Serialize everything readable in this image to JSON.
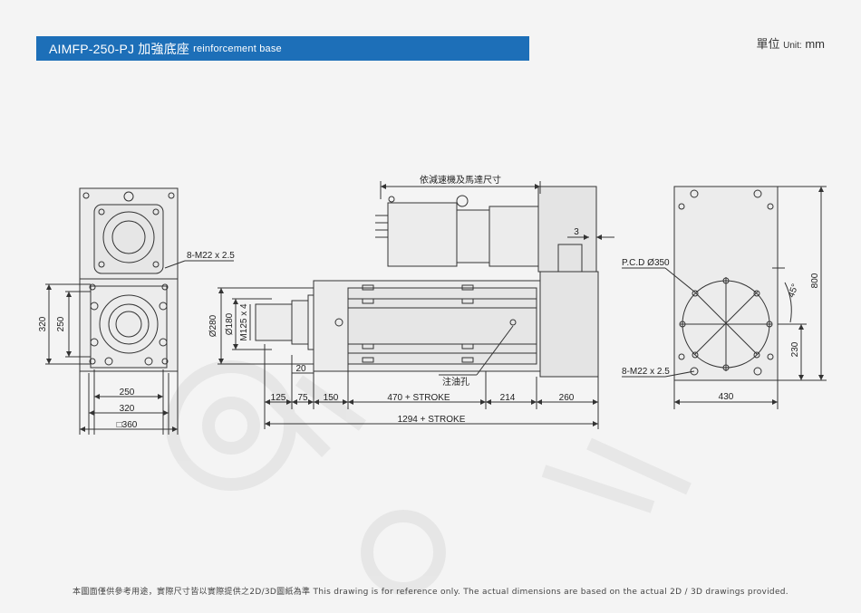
{
  "header": {
    "title_main": "AIMFP-250-PJ 加強底座",
    "title_sub": "reinforcement base",
    "unit_label": "單位",
    "unit_small": "Unit:",
    "unit_value": "mm"
  },
  "left_view": {
    "bolt_note": "8-M22 x 2.5",
    "dim_320_v": "320",
    "dim_250_v": "250",
    "dim_250_h": "250",
    "dim_320_h": "320",
    "dim_360_h": "□360"
  },
  "side_view": {
    "motor_note": "依減速機及馬達尺寸",
    "dim_3": "3",
    "dim_d280": "Ø280",
    "dim_d180": "Ø180",
    "dim_m125": "M125 x 4",
    "dim_20": "20",
    "oil_hole": "注油孔",
    "dim_125": "125",
    "dim_75": "75",
    "dim_150": "150",
    "dim_470": "470 + STROKE",
    "dim_214": "214",
    "dim_260": "260",
    "dim_1294": "1294 + STROKE"
  },
  "right_view": {
    "pcd": "P.C.D Ø350",
    "angle": "45°",
    "dim_800": "800",
    "dim_230": "230",
    "bolt_note": "8-M22 x 2.5",
    "dim_430": "430"
  },
  "footer": {
    "disclaimer": "本圖面僅供參考用途，實際尺寸皆以實際提供之2D/3D圖紙為準 This drawing is for reference only. The actual dimensions are based on the actual 2D / 3D drawings provided."
  }
}
